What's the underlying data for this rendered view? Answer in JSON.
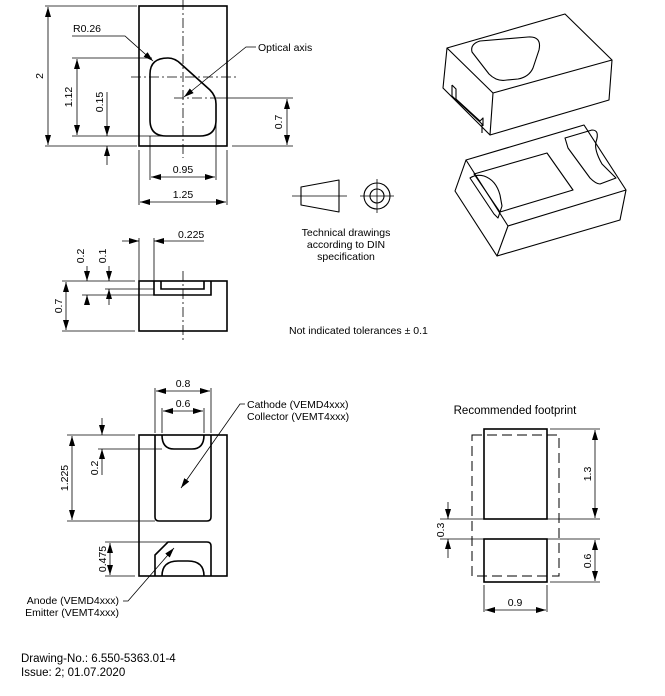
{
  "top_view": {
    "labels": {
      "radius": "R0.26",
      "optical_axis": "Optical axis"
    },
    "dimensions": {
      "total_length": "2",
      "window_height": "1.12",
      "window_offset": "0.15",
      "axis_height": "0.7",
      "window_width": "0.95",
      "total_width": "1.25"
    }
  },
  "side_view": {
    "dimensions": {
      "slot_offset": "0.225",
      "slot_depth_outer": "0.2",
      "slot_depth_inner": "0.1",
      "height": "0.7"
    }
  },
  "din_note": {
    "lines": [
      "Technical drawings",
      "according to DIN",
      "specification"
    ]
  },
  "tolerance_note": "Not indicated tolerances ± 0.1",
  "bottom_view": {
    "dimensions": {
      "pad_outer_width": "0.8",
      "pad_inner_width": "0.6",
      "pad_notch": "0.2",
      "cathode_pad_length": "1.225",
      "anode_pad_length": "0.475"
    },
    "labels": {
      "cathode": [
        "Cathode (VEMD4xxx)",
        "Collector (VEMT4xxx)"
      ],
      "anode": [
        "Anode (VEMD4xxx)",
        "Emitter (VEMT4xxx)"
      ]
    }
  },
  "footprint": {
    "title": "Recommended footprint",
    "dimensions": {
      "large_pad_length": "1.3",
      "gap": "0.3",
      "small_pad_length": "0.6",
      "pad_width": "0.9"
    }
  },
  "footer": {
    "drawing_no": "Drawing-No.: 6.550-5363.01-4",
    "issue": "Issue: 2; 01.07.2020"
  }
}
